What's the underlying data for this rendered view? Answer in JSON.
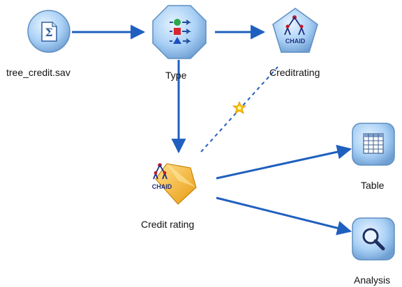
{
  "nodes": {
    "source": {
      "label": "tree_credit.sav",
      "icon": "database-file-icon"
    },
    "type": {
      "label": "Type",
      "icon": "type-fields-icon"
    },
    "chaid_model": {
      "label": "Creditrating",
      "icon_text": "CHAID",
      "icon": "chaid-tree-icon"
    },
    "nugget": {
      "label": "Credit rating",
      "icon_text": "CHAID",
      "icon": "model-nugget-icon"
    },
    "table": {
      "label": "Table",
      "icon": "table-icon"
    },
    "analysis": {
      "label": "Analysis",
      "icon": "magnifier-icon"
    }
  },
  "colors": {
    "link": "#1f5fbf",
    "node_fill": "#9ec7ef",
    "node_stroke": "#5f8fc0",
    "nugget": "#f2b830",
    "spark": "#f5c800"
  }
}
